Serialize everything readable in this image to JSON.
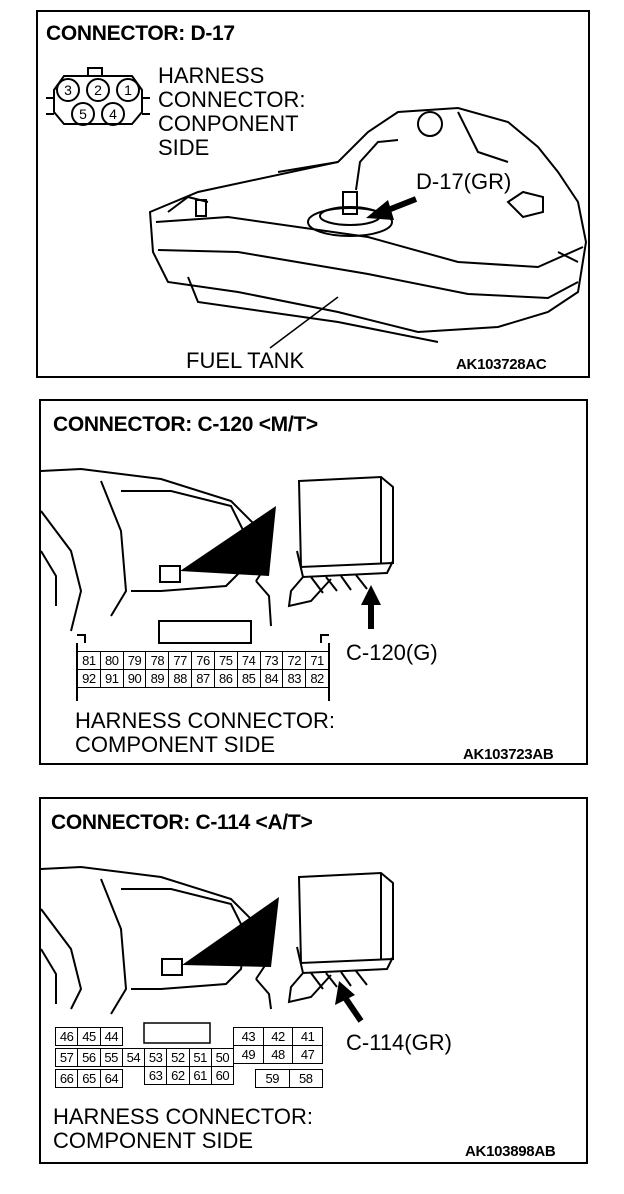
{
  "panels": {
    "d17": {
      "title": "CONNECTOR: D-17",
      "pins": [
        "3",
        "2",
        "1",
        "5",
        "4"
      ],
      "harness_label": [
        "HARNESS",
        "CONNECTOR:",
        "CONPONENT",
        "SIDE"
      ],
      "connector_label": "D-17(GR)",
      "part_label": "FUEL TANK",
      "ref": "AK103728AC"
    },
    "c120": {
      "title": "CONNECTOR: C-120 <M/T>",
      "connector_label": "C-120(G)",
      "pin_rows": [
        [
          "81",
          "80",
          "79",
          "78",
          "77",
          "76",
          "75",
          "74",
          "73",
          "72",
          "71"
        ],
        [
          "92",
          "91",
          "90",
          "89",
          "88",
          "87",
          "86",
          "85",
          "84",
          "83",
          "82"
        ]
      ],
      "harness_label": [
        "HARNESS CONNECTOR:",
        "COMPONENT SIDE"
      ],
      "ref": "AK103723AB"
    },
    "c114": {
      "title": "CONNECTOR: C-114 <A/T>",
      "connector_label": "C-114(GR)",
      "left_rows": [
        [
          "46",
          "45",
          "44"
        ],
        [
          "57",
          "56",
          "55",
          "54"
        ],
        [
          "66",
          "65",
          "64"
        ]
      ],
      "mid_rows": [
        [
          "53",
          "52",
          "51",
          "50"
        ],
        [
          "63",
          "62",
          "61",
          "60"
        ]
      ],
      "right_rows": [
        [
          "43",
          "42",
          "41"
        ],
        [
          "49",
          "48",
          "47"
        ],
        [
          "59",
          "58"
        ]
      ],
      "harness_label": [
        "HARNESS CONNECTOR:",
        "COMPONENT SIDE"
      ],
      "ref": "AK103898AB"
    }
  }
}
